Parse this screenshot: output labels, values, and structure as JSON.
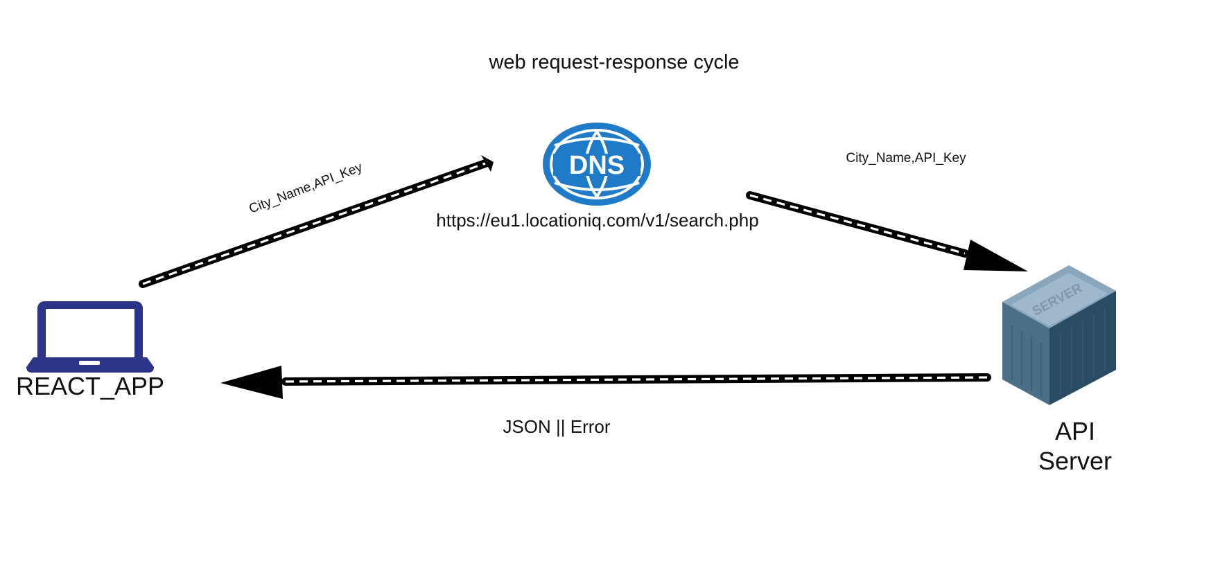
{
  "diagram": {
    "title": "web request-response cycle",
    "dns": {
      "icon_text": "DNS",
      "url": "https://eu1.locationiq.com/v1/search.php",
      "icon": "dns-globe-icon"
    },
    "client": {
      "label": "REACT_APP",
      "icon": "laptop-icon",
      "color": "#2b3486"
    },
    "server": {
      "label_line1": "API",
      "label_line2": "Server",
      "box_text": "SERVER",
      "icon": "server-icon"
    },
    "edges": {
      "client_to_dns": "City_Name,API_Key",
      "dns_to_server": "City_Name,API_Key",
      "server_to_client": "JSON || Error"
    }
  }
}
